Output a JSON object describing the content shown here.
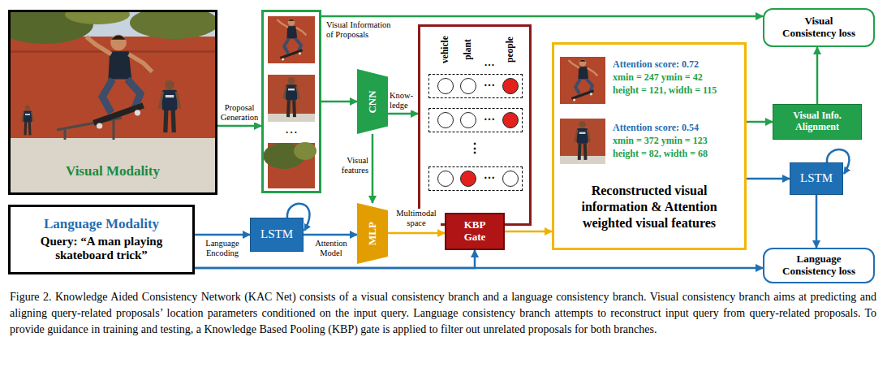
{
  "diagram": {
    "caption": "Figure 2. Knowledge Aided Consistency Network (KAC Net) consists of a visual consistency branch and a language consistency branch. Visual consistency branch aims at predicting and aligning query-related proposals’ location parameters conditioned on the input query. Language consistency branch attempts to reconstruct input query from query-related proposals. To provide guidance in training and testing, a Knowledge Based Pooling (KBP) gate is applied to filter out unrelated proposals for both branches.",
    "nodes": [
      {
        "text": [
          "Visual Modality"
        ]
      },
      {
        "text": [
          "…"
        ]
      },
      {
        "text": [
          "CNN"
        ]
      },
      {
        "text": [
          "vehicle",
          "plant",
          "…",
          "people",
          "⋮"
        ]
      },
      {
        "text": [
          "…"
        ],
        "in": 3
      },
      {
        "text": [
          "…"
        ],
        "in": 3
      },
      {
        "text": [
          "…"
        ],
        "in": 3
      },
      {
        "text": [
          "KBP Gate"
        ]
      },
      {
        "text": [
          "Language Modality",
          "Query: “A man playing skateboard trick”"
        ]
      },
      {
        "text": [
          "LSTM"
        ]
      },
      {
        "text": [
          "MLP"
        ]
      },
      {
        "text": [
          "Attention score: 0.72",
          "xmin = 247 ymin = 42",
          "height = 121, width = 115",
          "Attention score: 0.54",
          "xmin = 372 ymin = 123",
          "height = 82, width = 68",
          "Reconstructed visual information & Attention weighted visual features"
        ]
      },
      {
        "text": [
          "Visual Consistency loss"
        ]
      },
      {
        "text": [
          "Visual Info. Alignment"
        ]
      },
      {
        "text": [
          "LSTM"
        ]
      },
      {
        "text": [
          "Language Consistency loss"
        ]
      }
    ],
    "edges": [
      {
        "from": 0,
        "to": 1,
        "arrow": "to",
        "label": "Proposal Generation"
      },
      {
        "from": 1,
        "to": 12,
        "arrow": "to",
        "label": "Visual Information of Proposals"
      },
      {
        "from": 1,
        "to": 2,
        "arrow": "to"
      },
      {
        "from": 2,
        "to": 3,
        "arrow": "to",
        "label": "Know- ledge"
      },
      {
        "from": 2,
        "to": 10,
        "arrow": "to",
        "label": "Visual features"
      },
      {
        "from": 8,
        "to": 9,
        "arrow": "to",
        "label": "Language Encoding"
      },
      {
        "from": 9,
        "to": 10,
        "arrow": "to",
        "label": "Attention Model"
      },
      {
        "from": 10,
        "to": 7,
        "arrow": "to",
        "label": "Multimodal space"
      },
      {
        "from": 8,
        "to": 7,
        "arrow": "to"
      },
      {
        "from": 8,
        "to": 15,
        "arrow": "to"
      },
      {
        "from": 7,
        "to": 11,
        "arrow": "to"
      },
      {
        "from": 11,
        "to": 13,
        "arrow": "to"
      },
      {
        "from": 13,
        "to": 12,
        "arrow": "to"
      },
      {
        "from": 11,
        "to": 14,
        "arrow": "to"
      },
      {
        "from": 14,
        "to": 15,
        "arrow": "to"
      }
    ]
  }
}
